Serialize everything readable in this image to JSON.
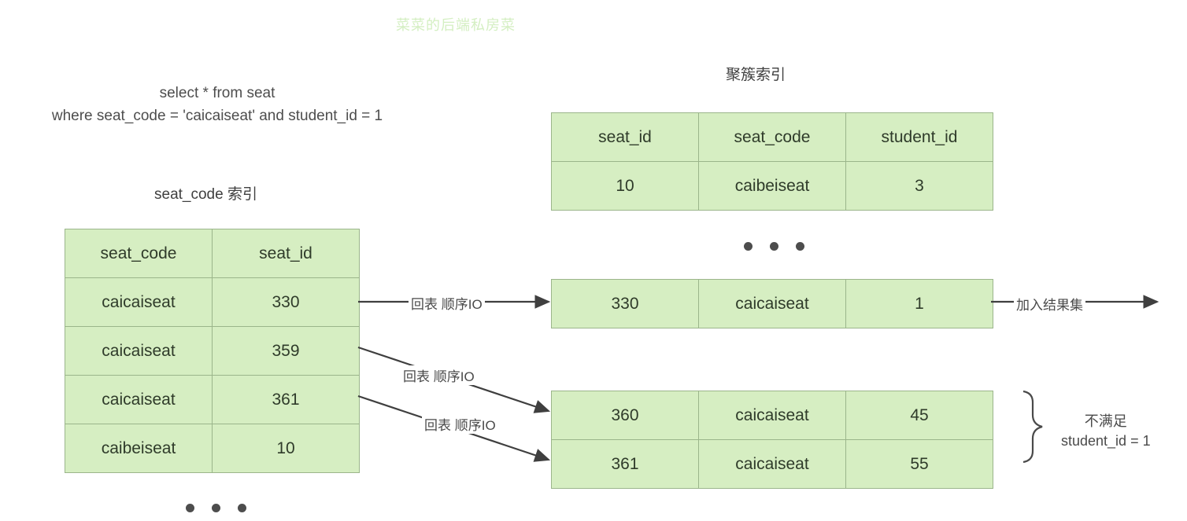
{
  "watermark": {
    "text": "菜菜的后端私房菜",
    "color": "#d4efc2"
  },
  "query": {
    "line1": "select * from seat",
    "line2": "where seat_code = 'caicaiseat' and student_id = 1"
  },
  "captions": {
    "left_index": "seat_code 索引",
    "clustered_index": "聚簇索引"
  },
  "secondary_index": {
    "headers": [
      "seat_code",
      "seat_id"
    ],
    "rows": [
      [
        "caicaiseat",
        "330"
      ],
      [
        "caicaiseat",
        "359"
      ],
      [
        "caicaiseat",
        "361"
      ],
      [
        "caibeiseat",
        "10"
      ]
    ]
  },
  "clustered_index": {
    "headers": [
      "seat_id",
      "seat_code",
      "student_id"
    ],
    "header_row": [
      "10",
      "caibeiseat",
      "3"
    ],
    "matched_row": [
      "330",
      "caicaiseat",
      "1"
    ],
    "unmatched_rows": [
      [
        "360",
        "caicaiseat",
        "45"
      ],
      [
        "361",
        "caicaiseat",
        "55"
      ]
    ]
  },
  "arrows": {
    "lookup_1": "回表 顺序IO",
    "lookup_2": "回表 顺序IO",
    "lookup_3": "回表 顺序IO",
    "result": "加入结果集"
  },
  "annotation": {
    "line1": "不满足",
    "line2": "student_id = 1"
  },
  "colors": {
    "cell_fill": "#d6eec2",
    "cell_border": "#9bb58b",
    "text": "#3a3a3a",
    "arrow": "#3f3f3f"
  }
}
